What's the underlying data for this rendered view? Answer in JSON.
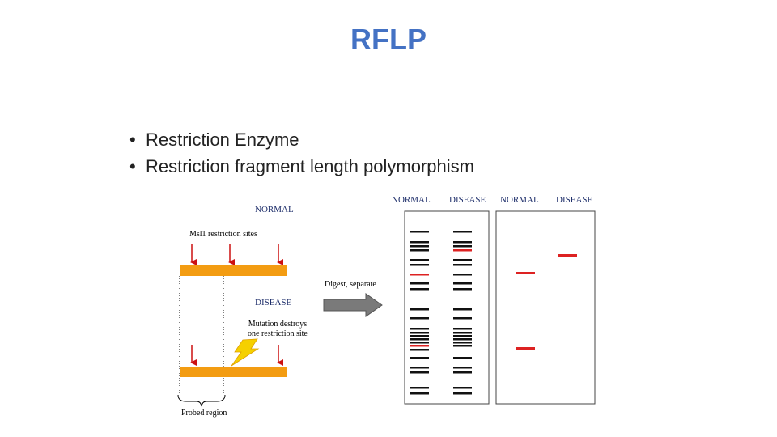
{
  "slide": {
    "title": "RFLP",
    "bullets": [
      "Restriction Enzyme",
      "Restriction fragment length polymorphism"
    ]
  },
  "diagram": {
    "normal_label": "NORMAL",
    "sites_label": "Msl1 restriction sites",
    "digest_label": "Digest, separate",
    "disease_label": "DISEASE",
    "mutation_label_line1": "Mutation destroys",
    "mutation_label_line2": "one restriction site",
    "probed_label": "Probed region",
    "gel_headers": [
      "NORMAL",
      "DISEASE",
      "NORMAL",
      "DISEASE"
    ]
  },
  "colors": {
    "title": "#4472c4",
    "dna_bar": "#f39c12",
    "cut_arrow": "#cc1111",
    "band": "#111111",
    "band_highlight": "#dd2222",
    "label_text": "#1f2f6b",
    "lightning": "#f5d000",
    "digest_arrow": "#777777"
  },
  "gel": {
    "stained_normal_highlight_bands": 2,
    "stained_disease_highlight_bands": 1,
    "probed_normal_band_count": 2,
    "probed_disease_band_count": 1
  }
}
